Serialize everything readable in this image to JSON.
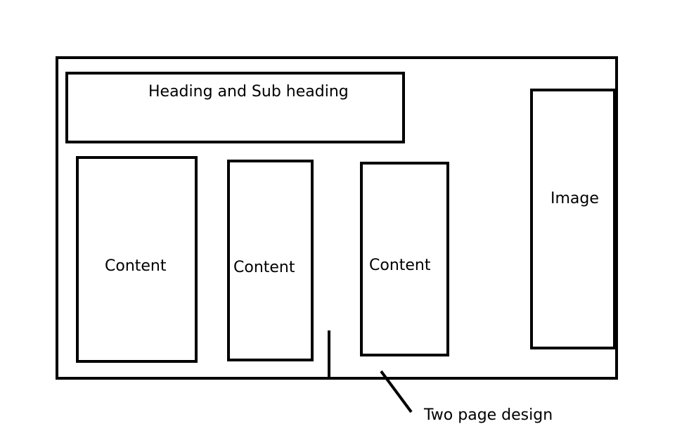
{
  "heading_box": {
    "label": "Heading and Sub heading"
  },
  "content_boxes": [
    {
      "label": "Content"
    },
    {
      "label": "Content"
    },
    {
      "label": "Content"
    }
  ],
  "image_box": {
    "label": "Image"
  },
  "annotation": {
    "label": "Two page design"
  },
  "colors": {
    "stroke": "#000000",
    "background": "#ffffff"
  }
}
